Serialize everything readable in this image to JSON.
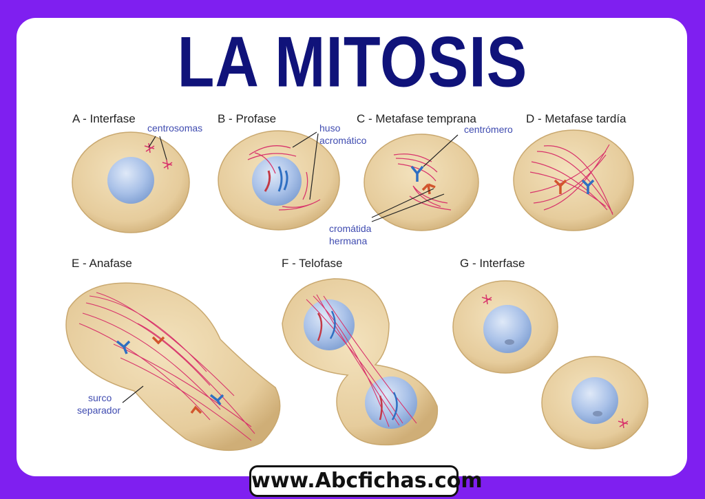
{
  "title": "LA MITOSIS",
  "phases": [
    {
      "label": "A - Interfase"
    },
    {
      "label": "B - Profase"
    },
    {
      "label": "C - Metafase temprana"
    },
    {
      "label": "D - Metafase tardía"
    },
    {
      "label": "E - Anafase"
    },
    {
      "label": "F - Telofase"
    },
    {
      "label": "G - Interfase"
    }
  ],
  "annotations": {
    "centrosomas": "centrosomas",
    "huso_line1": "huso",
    "huso_line2": "acromático",
    "centromero": "centrómero",
    "cromatida_line1": "cromátida",
    "cromatida_line2": "hermana",
    "surco_line1": "surco",
    "surco_line2": "separador"
  },
  "footer": "www.Abcfichas.com",
  "colors": {
    "background": "#7f1ff0",
    "title": "#10137a",
    "cell": "#e8cf9f",
    "nucleus": "#a9c1e8",
    "spindle": "#d8336b",
    "annotation": "#3f4bb0"
  }
}
